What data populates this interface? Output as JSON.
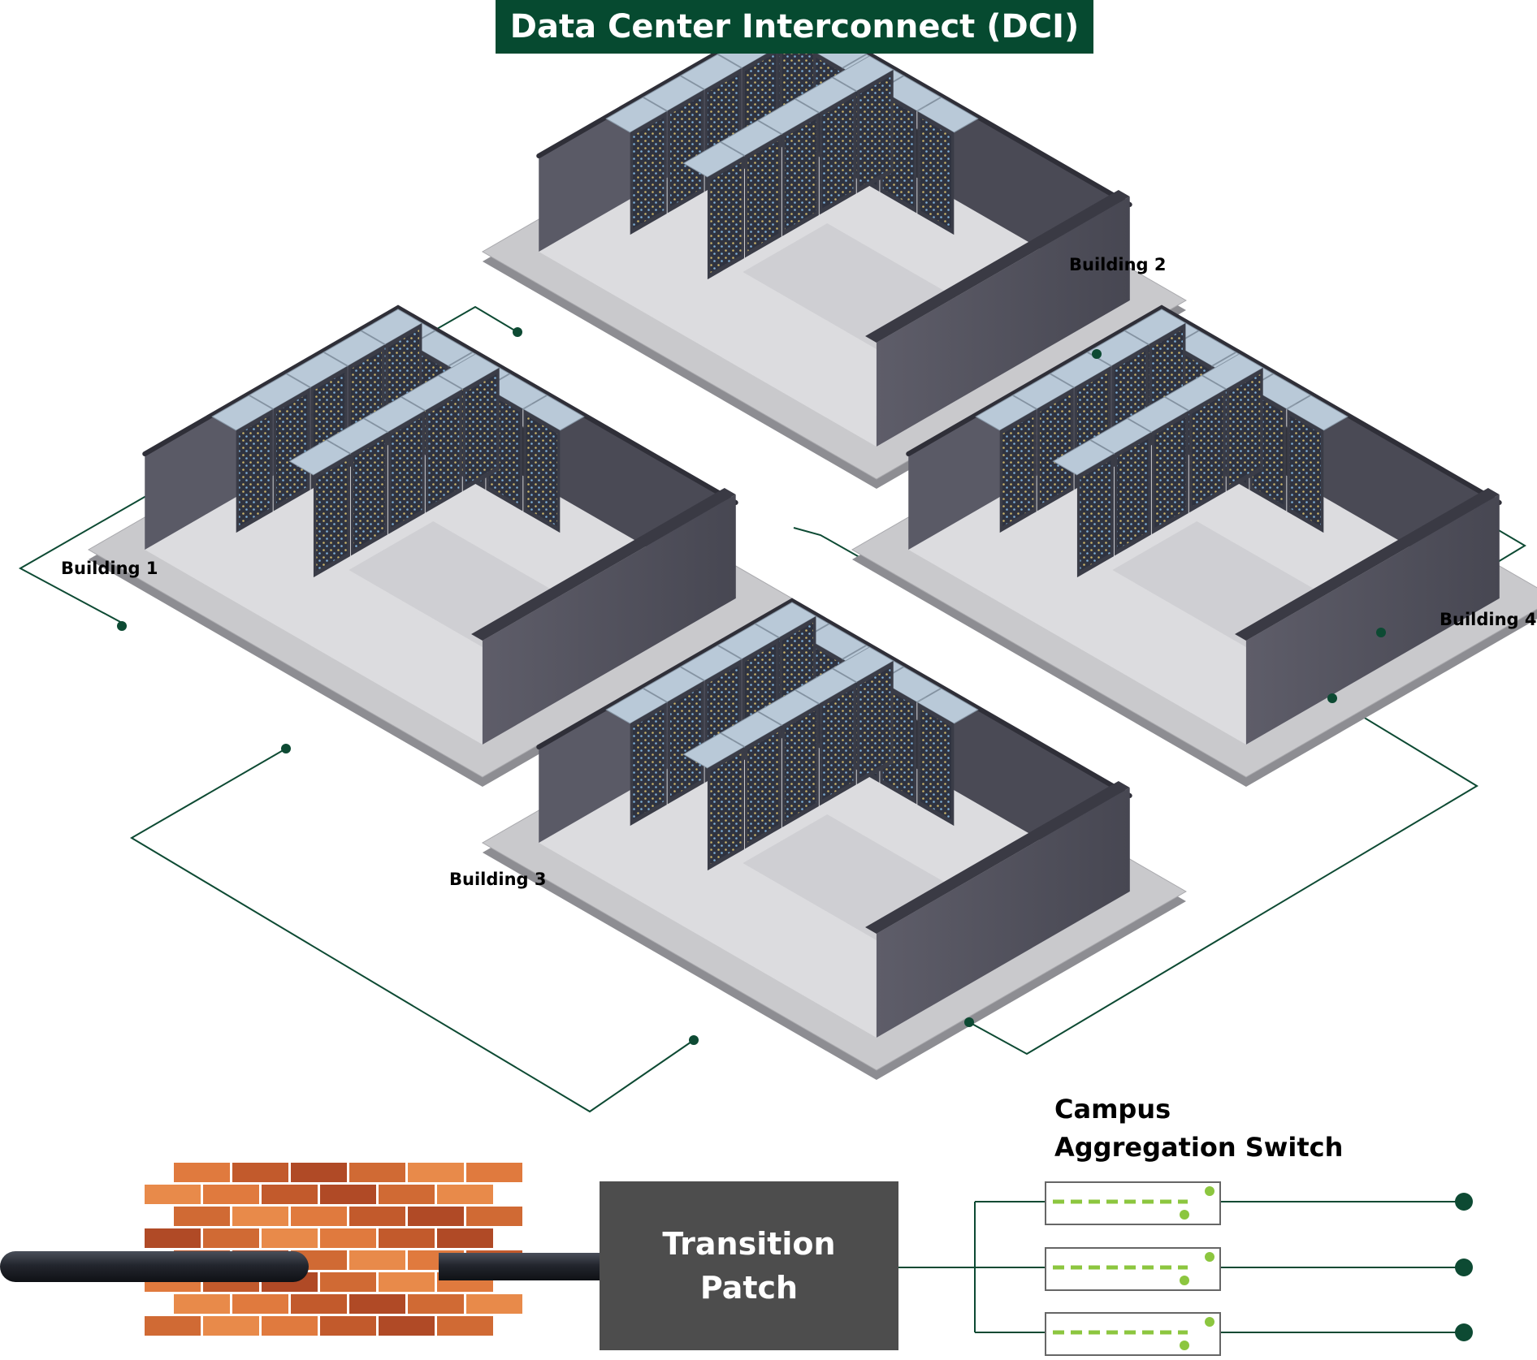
{
  "title": "Data Center Interconnect (DCI)",
  "buildings": [
    {
      "id": "b1",
      "label": "Building 1"
    },
    {
      "id": "b2",
      "label": "Building 2"
    },
    {
      "id": "b3",
      "label": "Building 3"
    },
    {
      "id": "b4",
      "label": "Building 4"
    }
  ],
  "transition_patch": {
    "line1": "Transition",
    "line2": "Patch"
  },
  "aggregation_switch": {
    "line1": "Campus",
    "line2": "Aggregation Switch",
    "switch_count": 3
  },
  "colors": {
    "banner": "#064a30",
    "link": "#0d4a33",
    "node": "#0d4a33",
    "rack": "#3a3c47",
    "wall": "#565561",
    "floor": "#c9c9cc",
    "brick": "#e07a3e",
    "patch": "#4d4d4d",
    "switch_led": "#8cc63f"
  }
}
